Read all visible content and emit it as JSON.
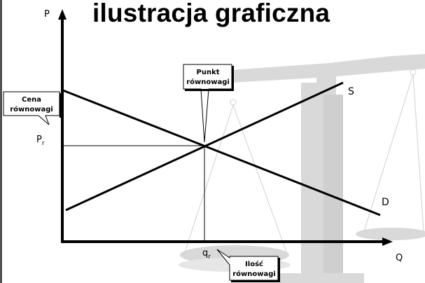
{
  "title": "ilustracja graficzna",
  "axes": {
    "y_label": "P",
    "x_label": "Q",
    "price_label_main": "P",
    "price_label_sub": "r",
    "quantity_label_main": "q",
    "quantity_label_sub": "r"
  },
  "curves": {
    "supply_label": "S",
    "demand_label": "D"
  },
  "callouts": {
    "equilibrium_point": [
      "Punkt",
      "równowagi"
    ],
    "equilibrium_price": [
      "Cena",
      "równowagi"
    ],
    "equilibrium_quantity": [
      "Ilość",
      "równowagi"
    ]
  },
  "colors": {
    "ink": "#000000",
    "background": "#ffffff",
    "watermark": "#d9d9d9",
    "callout_fill": "#ffffff"
  },
  "background_image": "balance-scale-watermark"
}
